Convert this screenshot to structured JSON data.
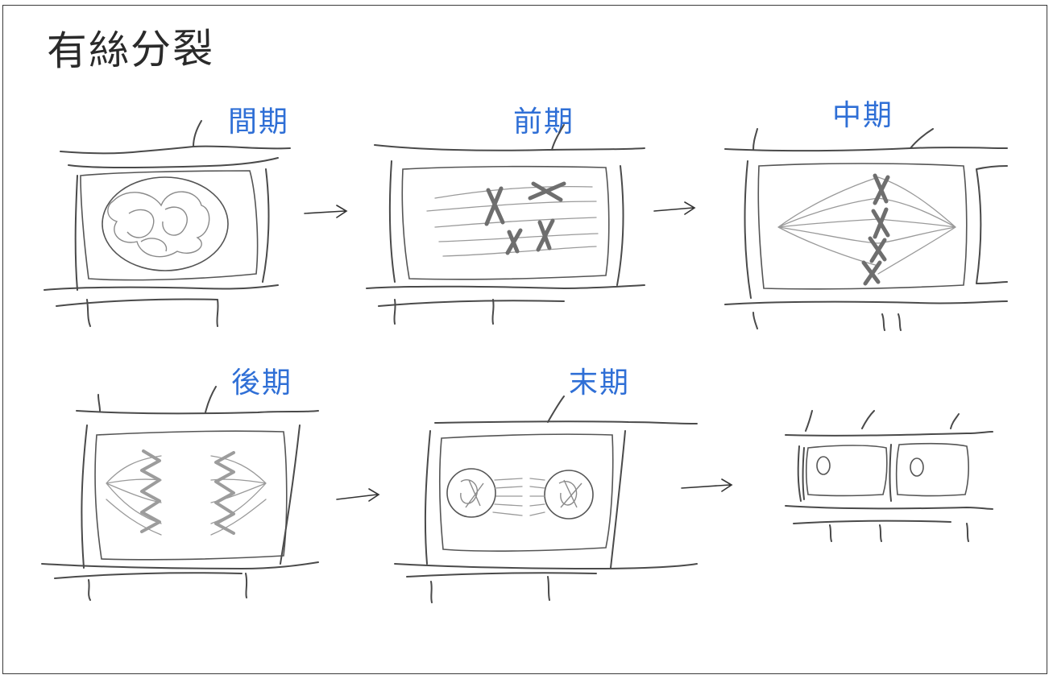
{
  "title": "有絲分裂",
  "stages": [
    {
      "label": "間期"
    },
    {
      "label": "前期"
    },
    {
      "label": "中期"
    },
    {
      "label": "後期"
    },
    {
      "label": "末期"
    }
  ],
  "colors": {
    "label": "#2f6fd6",
    "ink": "#3a3a3a",
    "pencil": "#8a8a8a"
  }
}
